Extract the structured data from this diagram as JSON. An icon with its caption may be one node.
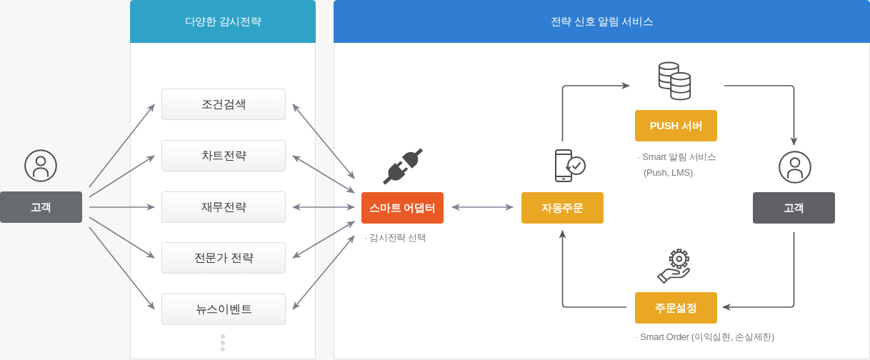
{
  "diagram": {
    "nodes": [
      {
        "text": [
          "고객"
        ]
      },
      {
        "text": [
          "다양한 감시전략"
        ]
      },
      {
        "text": [
          "조건검색"
        ],
        "in": 1
      },
      {
        "text": [
          "차트전략"
        ],
        "in": 1
      },
      {
        "text": [
          "재무전략"
        ],
        "in": 1
      },
      {
        "text": [
          "전문가 전략"
        ],
        "in": 1
      },
      {
        "text": [
          "뉴스이벤트"
        ],
        "in": 1
      },
      {
        "text": [
          "전략 신호 알림 서비스"
        ]
      },
      {
        "text": [
          "스마트 어댑터"
        ],
        "in": 7,
        "beside": [
          "· 감시전략 선택"
        ]
      },
      {
        "text": [
          "자동주문"
        ],
        "in": 7
      },
      {
        "text": [
          "PUSH 서버"
        ],
        "in": 7,
        "beside": [
          "· Smart 알림 서비스 (Push, LMS)"
        ]
      },
      {
        "text": [
          "고객"
        ],
        "in": 7
      },
      {
        "text": [
          "주문설정"
        ],
        "in": 7,
        "beside": [
          "· Smart Order (이익실현, 손실제한)"
        ]
      }
    ],
    "edges": [
      {
        "from": 0,
        "to": 2,
        "arrow": "to"
      },
      {
        "from": 0,
        "to": 3,
        "arrow": "to"
      },
      {
        "from": 0,
        "to": 4,
        "arrow": "to"
      },
      {
        "from": 0,
        "to": 5,
        "arrow": "to"
      },
      {
        "from": 0,
        "to": 6,
        "arrow": "to"
      },
      {
        "from": 2,
        "to": 8,
        "arrow": "both"
      },
      {
        "from": 3,
        "to": 8,
        "arrow": "both"
      },
      {
        "from": 4,
        "to": 8,
        "arrow": "both"
      },
      {
        "from": 5,
        "to": 8,
        "arrow": "both"
      },
      {
        "from": 6,
        "to": 8,
        "arrow": "both"
      },
      {
        "from": 8,
        "to": 9,
        "arrow": "both"
      },
      {
        "from": 9,
        "to": 10,
        "arrow": "to",
        "color": "#56595e"
      },
      {
        "from": 10,
        "to": 11,
        "arrow": "to",
        "color": "#56595e"
      },
      {
        "from": 11,
        "to": 12,
        "arrow": "to",
        "color": "#56595e"
      },
      {
        "from": 12,
        "to": 9,
        "arrow": "to",
        "color": "#56595e"
      }
    ]
  }
}
